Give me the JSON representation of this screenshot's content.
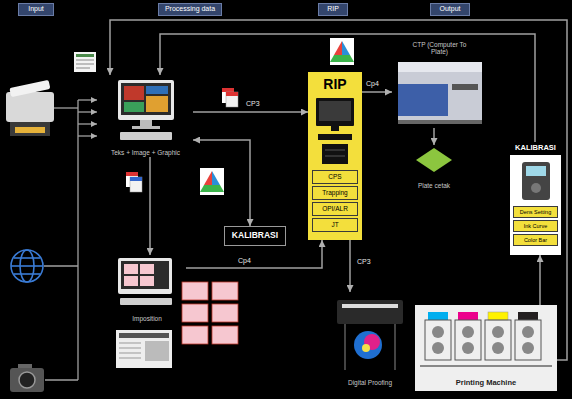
{
  "diagram": {
    "nodes": [
      {
        "text": [
          "Input"
        ]
      },
      {
        "text": [
          "Processing data"
        ]
      },
      {
        "text": [
          "RIP"
        ]
      },
      {
        "text": [
          "Output"
        ]
      },
      {
        "text": [
          "Teks + Image + Graphic"
        ]
      },
      {
        "text": [
          "KALIBRASI"
        ]
      },
      {
        "text": [
          "RIP"
        ]
      },
      {
        "text": [
          "CPS"
        ],
        "in": 6
      },
      {
        "text": [
          "Trapping"
        ],
        "in": 6
      },
      {
        "text": [
          "OPI/ALR"
        ],
        "in": 6
      },
      {
        "text": [
          "JT"
        ],
        "in": 6
      },
      {
        "text": [
          "CTP (Computer To Plate)"
        ]
      },
      {
        "text": [
          "Plate cetak"
        ]
      },
      {
        "text": [
          "KALIBRASI"
        ]
      },
      {
        "text": [
          "Dens Setting"
        ],
        "in": 13
      },
      {
        "text": [
          "Ink Curve"
        ],
        "in": 13
      },
      {
        "text": [
          "Color Bar"
        ],
        "in": 13
      },
      {
        "text": [
          "Imposition"
        ]
      },
      {
        "text": [
          "Digital Proofing"
        ]
      },
      {
        "text": [
          "Printing Machine"
        ]
      }
    ],
    "edges": [
      {
        "from": 4,
        "to": 6,
        "arrow": "to",
        "label": "CP3"
      },
      {
        "from": 6,
        "to": 11,
        "arrow": "to",
        "label": "Cp4"
      },
      {
        "from": 17,
        "to": 6,
        "arrow": "to",
        "label": "Cp4"
      },
      {
        "from": 6,
        "to": 18,
        "arrow": "to",
        "label": "CP3"
      },
      {
        "from": 4,
        "to": 17,
        "arrow": "to"
      },
      {
        "from": 5,
        "to": 4,
        "arrow": "both"
      },
      {
        "from": 11,
        "to": 12,
        "arrow": "to"
      },
      {
        "from": 19,
        "to": 13,
        "arrow": "to"
      },
      {
        "from": 13,
        "to": 4,
        "arrow": "to"
      },
      {
        "from": 19,
        "to": 4,
        "arrow": "to"
      }
    ]
  }
}
